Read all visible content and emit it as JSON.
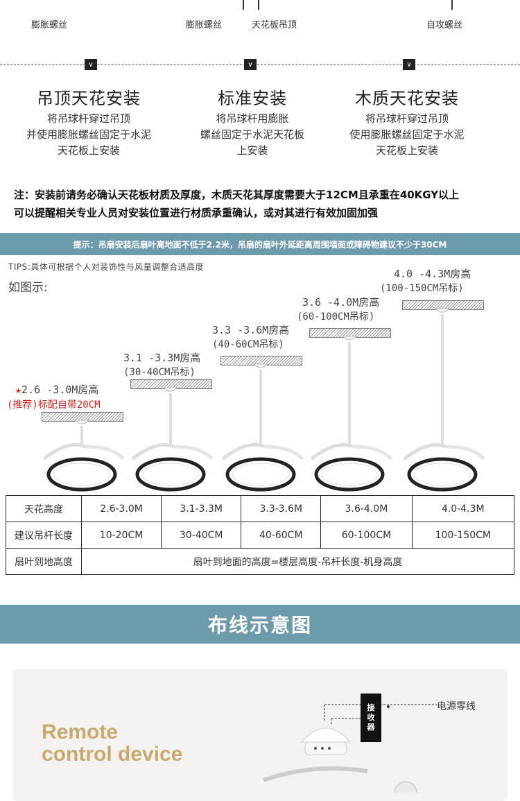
{
  "top_labels": {
    "left": "膨胀螺丝",
    "middle_left": "膨胀螺丝",
    "middle_right": "天花板吊顶",
    "right": "自攻螺丝"
  },
  "methods": [
    {
      "title": "吊顶天花安装",
      "lines": [
        "将吊球杆穿过吊顶",
        "并使用膨胀螺丝固定于水泥",
        "天花板上安装"
      ]
    },
    {
      "title": "标准安装",
      "lines": [
        "将吊球杆用膨胀",
        "螺丝固定于水泥天花板",
        "上安装"
      ]
    },
    {
      "title": "木质天花安装",
      "lines": [
        "将吊球杆穿过吊顶",
        "使用膨胀螺丝固定于水泥",
        "天花板上安装"
      ]
    }
  ],
  "note": {
    "line1": "注：安装前请务必确认天花板材质及厚度，木质天花其厚度需要大于12CM且承重在40KGY以上",
    "line2": "可以提醒相关专业人员对安装位置进行材质承重确认，或对其进行有效加固加强"
  },
  "tip_bar": "提示：吊扇安装后扇叶离地面不低于2.2米，吊扇的扇叶外延距离周围墙面或障碍物建议不少于30CM",
  "tips_text": "TIPS:具体可根据个人对装饰性与风量调整合适高度",
  "as_figure": "如图示:",
  "fans": [
    {
      "height": "2.6 -3.0M房高",
      "rod": "(推荐)标配自带20CM",
      "star": "★",
      "recommended": true,
      "rod_fraction": 0.12
    },
    {
      "height": "3.1 -3.3M房高",
      "rod": "(30-40CM吊标)",
      "recommended": false,
      "rod_fraction": 0.3
    },
    {
      "height": "3.3 -3.6M房高",
      "rod": "(40-60CM吊标)",
      "recommended": false,
      "rod_fraction": 0.5
    },
    {
      "height": "3.6 -4.0M房高",
      "rod": "(60-100CM吊标)",
      "recommended": false,
      "rod_fraction": 0.75
    },
    {
      "height": "4.0 -4.3M房高",
      "rod": "(100-150CM吊标)",
      "recommended": false,
      "rod_fraction": 1.0
    }
  ],
  "table": {
    "row1_label": "天花高度",
    "row1": [
      "2.6-3.0M",
      "3.1-3.3M",
      "3.3-3.6M",
      "3.6-4.0M",
      "4.0-4.3M"
    ],
    "row2_label": "建议吊杆长度",
    "row2": [
      "10-20CM",
      "30-40CM",
      "40-60CM",
      "60-100CM",
      "100-150CM"
    ],
    "row3_label": "扇叶到地高度",
    "row3_formula": "扇叶到地面的高度=楼层高度-吊杆长度-机身高度"
  },
  "wiring_banner": "布线示意图",
  "remote": {
    "line1": "Remote",
    "line2": "control device"
  },
  "receiver_label": [
    "接",
    "收",
    "器"
  ],
  "wire_label": "电源零线",
  "colors": {
    "accent": "#6e9bac",
    "gold": "#c9a96e",
    "red": "#d9261c"
  }
}
